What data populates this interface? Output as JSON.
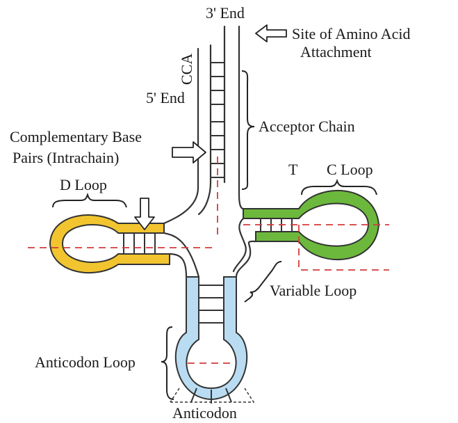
{
  "labels": {
    "three_prime_end": "3' End",
    "site_line1": "Site of Amino Acid",
    "site_line2": "Attachment",
    "cca": "CCA",
    "five_prime_end": "5' End",
    "acceptor_chain": "Acceptor Chain",
    "comp_line1": "Complementary Base",
    "comp_line2": "Pairs (Intrachain)",
    "t_label": "T",
    "c_loop": "C Loop",
    "d_loop": "D Loop",
    "variable_loop": "Variable Loop",
    "anticodon_loop": "Anticodon Loop",
    "anticodon": "Anticodon"
  },
  "colors": {
    "d_arm": "#f2c530",
    "t_arm": "#6cb83c",
    "anticodon_arm": "#b9dcf2",
    "outline": "#333333",
    "axis": "#d43a3a"
  }
}
